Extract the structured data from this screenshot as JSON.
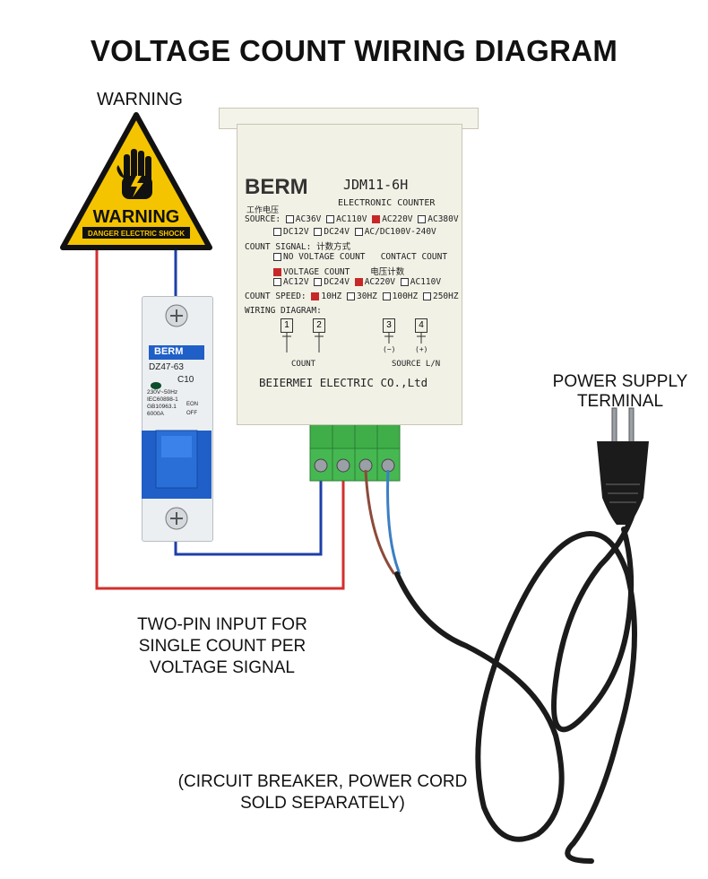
{
  "title": "VOLTAGE COUNT WIRING DIAGRAM",
  "warning_label": "WARNING",
  "warning_sign": {
    "word": "WARNING",
    "subtext": "DANGER ELECTRIC SHOCK"
  },
  "counter": {
    "brand": "BERM",
    "model": "JDM11-6H",
    "product": "ELECTRONIC COUNTER",
    "supply_heading": "工作电压",
    "source_label": "SOURCE:",
    "source_options": [
      "AC36V",
      "AC110V",
      "AC220V",
      "AC380V",
      "DC12V",
      "DC24V",
      "AC/DC100V-240V"
    ],
    "count_signal_label": "COUNT SIGNAL: 计数方式",
    "no_voltage_count": "NO VOLTAGE COUNT",
    "contact_count": "CONTACT COUNT",
    "voltage_count": "VOLTAGE COUNT",
    "voltage_count_cn": "电压计数",
    "signal_options": [
      "AC12V",
      "DC24V",
      "AC220V",
      "AC110V"
    ],
    "count_speed_label": "COUNT SPEED:",
    "speed_options": [
      "10HZ",
      "30HZ",
      "100HZ",
      "250HZ"
    ],
    "wiring_label": "WIRING DIAGRAM:",
    "terminals": [
      "1",
      "2",
      "3",
      "4"
    ],
    "minus": "(−)",
    "plus": "(+)",
    "count_label": "COUNT",
    "source_ln": "SOURCE L/N",
    "maker": "BEIERMEI ELECTRIC CO.,Ltd"
  },
  "breaker": {
    "brand": "BERM",
    "model": "DZ47-63",
    "rating": "C10",
    "spec1": "230V~50Hz",
    "spec2": "IEC60898-1",
    "spec3": "GB10963.1",
    "spec4": "6000A",
    "on": "EON",
    "off": "OFF"
  },
  "power_supply_label": [
    "POWER SUPPLY",
    "TERMINAL"
  ],
  "input_note": [
    "TWO-PIN INPUT FOR",
    "SINGLE COUNT PER",
    "VOLTAGE SIGNAL"
  ],
  "sold_note": [
    "(CIRCUIT BREAKER, POWER CORD",
    "SOLD SEPARATELY)"
  ],
  "colors": {
    "red_wire": "#d32f2f",
    "blue_wire": "#1e3fa8",
    "warning_yellow": "#f5c400",
    "terminal_green": "#3fae49",
    "breaker_blue": "#1f5fc7"
  }
}
